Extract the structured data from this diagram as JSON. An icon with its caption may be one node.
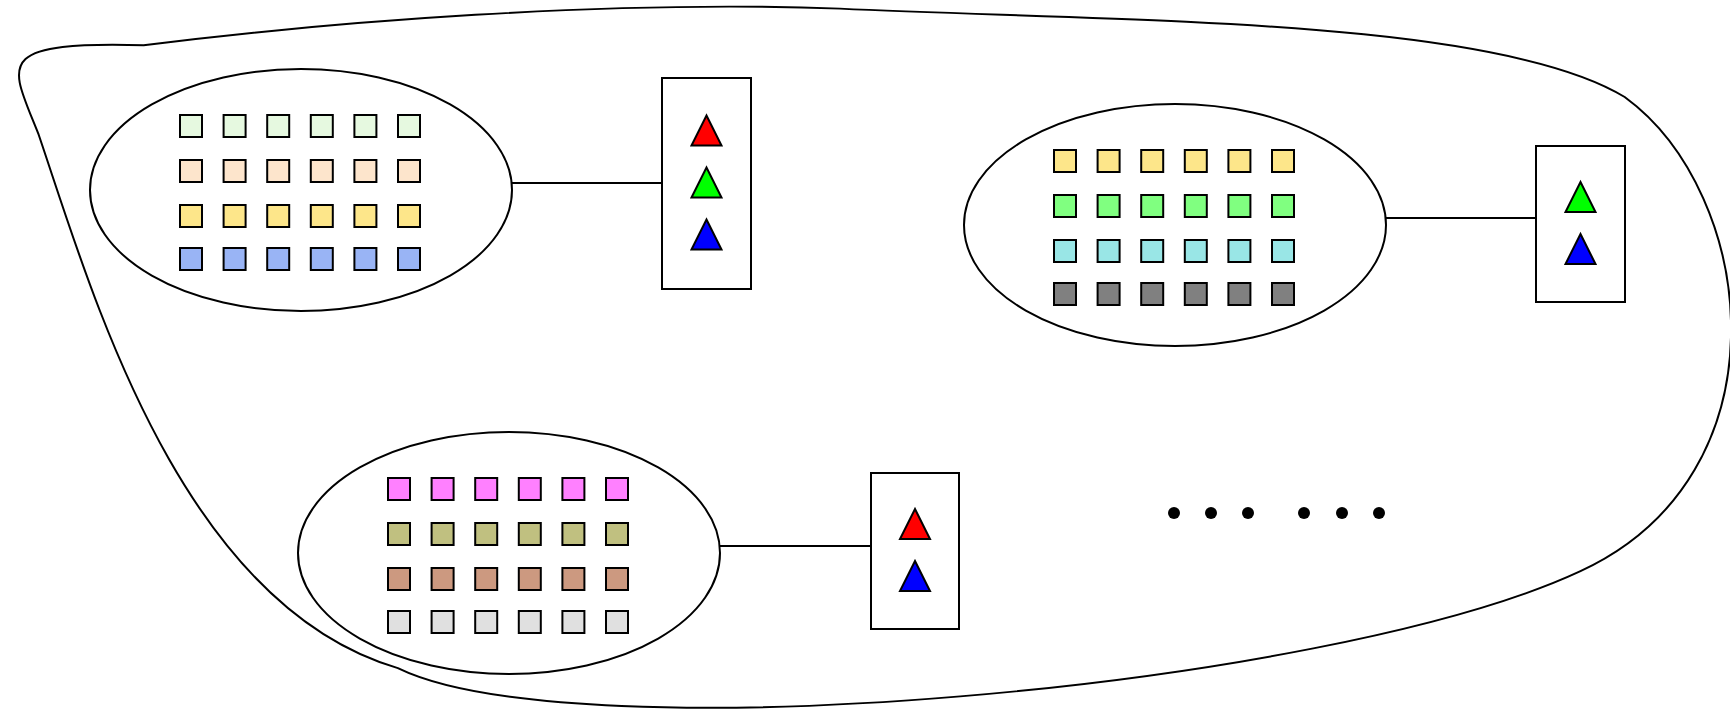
{
  "diagram": {
    "nodes": [
      {
        "text": [],
        "shape": "cloud"
      },
      {
        "text": [],
        "shape": "ellipse",
        "in": 0
      },
      {
        "text": [],
        "shape": "box",
        "in": 0
      },
      {
        "text": [],
        "shape": "ellipse",
        "in": 0
      },
      {
        "text": [],
        "shape": "box",
        "in": 0
      },
      {
        "text": [],
        "shape": "ellipse",
        "in": 0
      },
      {
        "text": [],
        "shape": "box",
        "in": 0
      }
    ],
    "edges": [
      {
        "from": 1,
        "to": 2,
        "arrow": "none"
      },
      {
        "from": 3,
        "to": 4,
        "arrow": "none"
      },
      {
        "from": 5,
        "to": 6,
        "arrow": "none"
      }
    ]
  }
}
